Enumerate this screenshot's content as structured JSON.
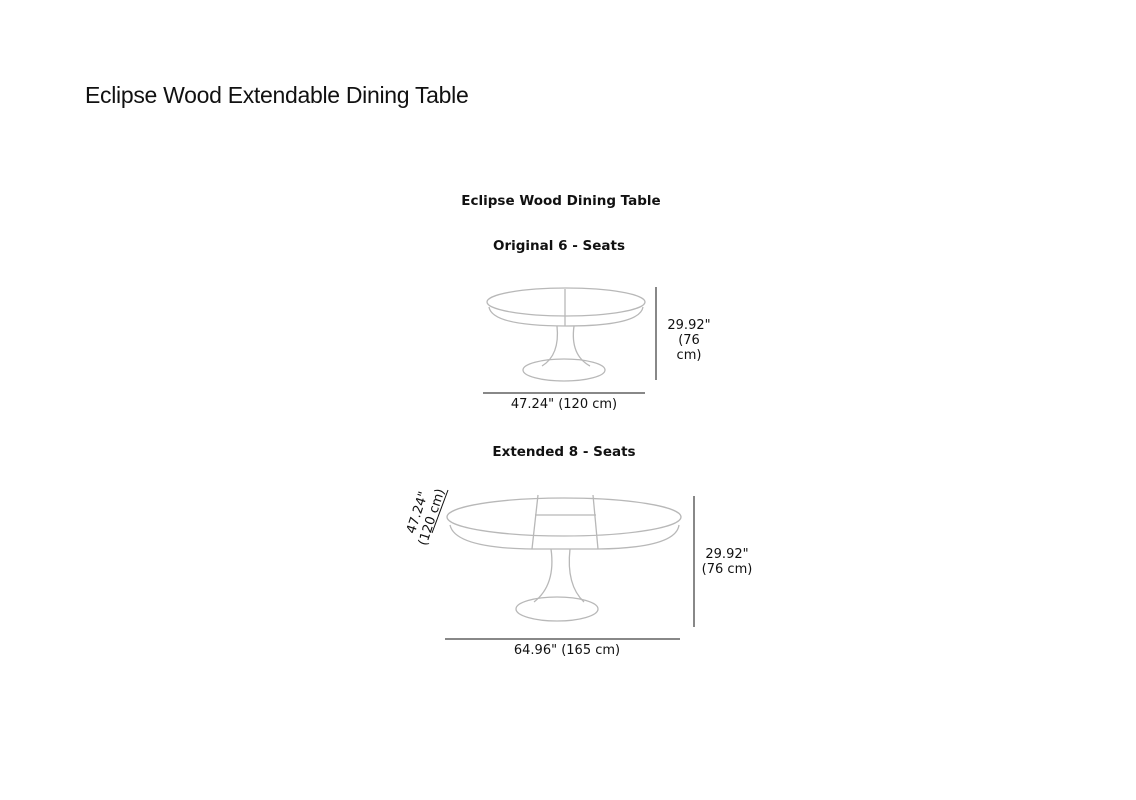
{
  "page_title": "Eclipse Wood Extendable Dining Table",
  "diagram": {
    "heading": "Eclipse Wood Dining Table",
    "original": {
      "label": "Original 6 - Seats",
      "height_in": "29.92\"",
      "height_cm": "(76 cm)",
      "width": "47.24\" (120 cm)"
    },
    "extended": {
      "label": "Extended 8 - Seats",
      "depth_in": "47.24\"",
      "depth_cm": "(120 cm)",
      "height_in": "29.92\"",
      "height_cm": "(76 cm)",
      "width": "64.96\" (165 cm)"
    },
    "colors": {
      "line": "#b8b8b8",
      "dimension": "#111111"
    }
  }
}
